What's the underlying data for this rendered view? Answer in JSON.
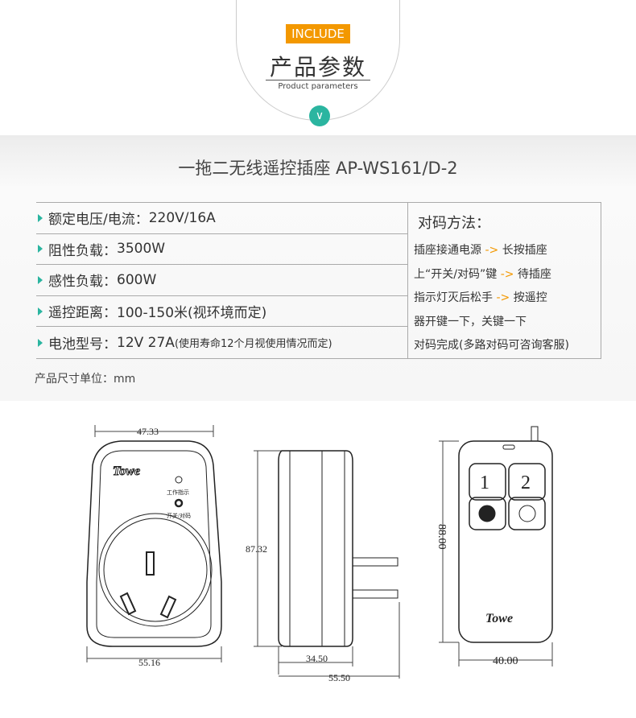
{
  "header": {
    "badge": "INCLUDE",
    "title": "产品参数",
    "subtitle": "Product parameters"
  },
  "model_title": "一拖二无线遥控插座 AP-WS161/D-2",
  "specs": [
    {
      "label": "额定电压/电流：",
      "value": "220V/16A",
      "note": ""
    },
    {
      "label": "阻性负载：",
      "value": "3500W",
      "note": ""
    },
    {
      "label": "感性负载：",
      "value": "600W",
      "note": ""
    },
    {
      "label": "遥控距离：",
      "value": "100-150米(视环境而定)",
      "note": ""
    },
    {
      "label": "电池型号：",
      "value": "12V 27A",
      "note": "(使用寿命12个月视使用情况而定)"
    }
  ],
  "pairing": {
    "title": "对码方法：",
    "arrow": "->",
    "lines": [
      {
        "a": "插座接通电源 ",
        "b": " 长按插座"
      },
      {
        "a": "上“开关/对码”键 ",
        "b": " 待插座"
      },
      {
        "a": "指示灯灭后松手 ",
        "b": " 按遥控"
      },
      {
        "a": "器开键一下，关键一下",
        "b": ""
      },
      {
        "a": "对码完成(多路对码可咨询客服)",
        "b": ""
      }
    ]
  },
  "unit_note": "产品尺寸单位：mm",
  "diagram": {
    "brand": "Towe",
    "indicator_label": "工作指示",
    "button_label": "开关/对码",
    "dims": {
      "front_width_top": "47.33",
      "front_width_bottom": "55.16",
      "side_height": "87.32",
      "side_depth": "34.50",
      "side_total": "55.50",
      "remote_height": "88.00",
      "remote_width": "40.00"
    },
    "remote_buttons": [
      "1",
      "2"
    ]
  }
}
